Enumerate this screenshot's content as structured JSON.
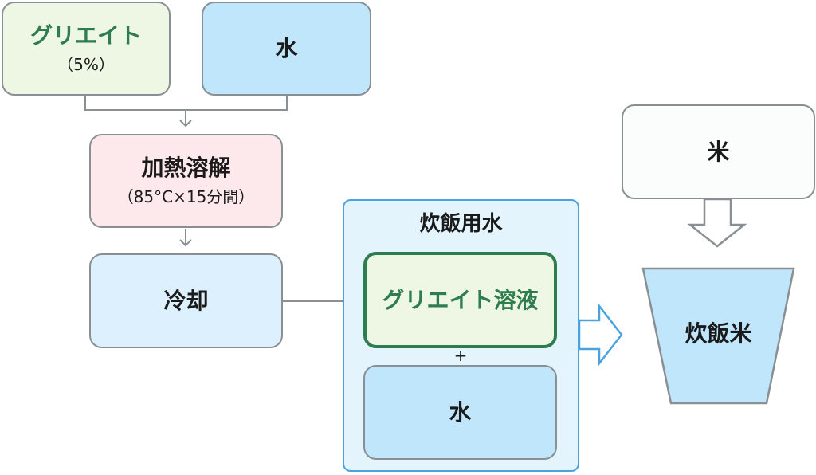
{
  "nodes": {
    "gliate": {
      "title": "グリエイト",
      "sub": "（5%）"
    },
    "water_top": {
      "title": "水"
    },
    "heat": {
      "title": "加熱溶解",
      "sub": "（85°C×15分間）"
    },
    "cool": {
      "title": "冷却"
    },
    "cooking_water": {
      "title": "炊飯用水"
    },
    "gliate_solution": {
      "title": "グリエイト溶液"
    },
    "plus": "+",
    "water_inner": {
      "title": "水"
    },
    "rice": {
      "title": "米"
    },
    "cooked_rice": {
      "title": "炊飯米"
    }
  },
  "colors": {
    "green_fill": "#eef7e4",
    "green_text": "#2e7d4f",
    "blue_fill": "#bfe6fb",
    "pink_fill": "#fde8ec",
    "light_blue_fill": "#ddf0fd",
    "container_fill": "#e4f4fd",
    "container_border": "#4aa3df",
    "rice_fill": "#fbfcfc"
  }
}
